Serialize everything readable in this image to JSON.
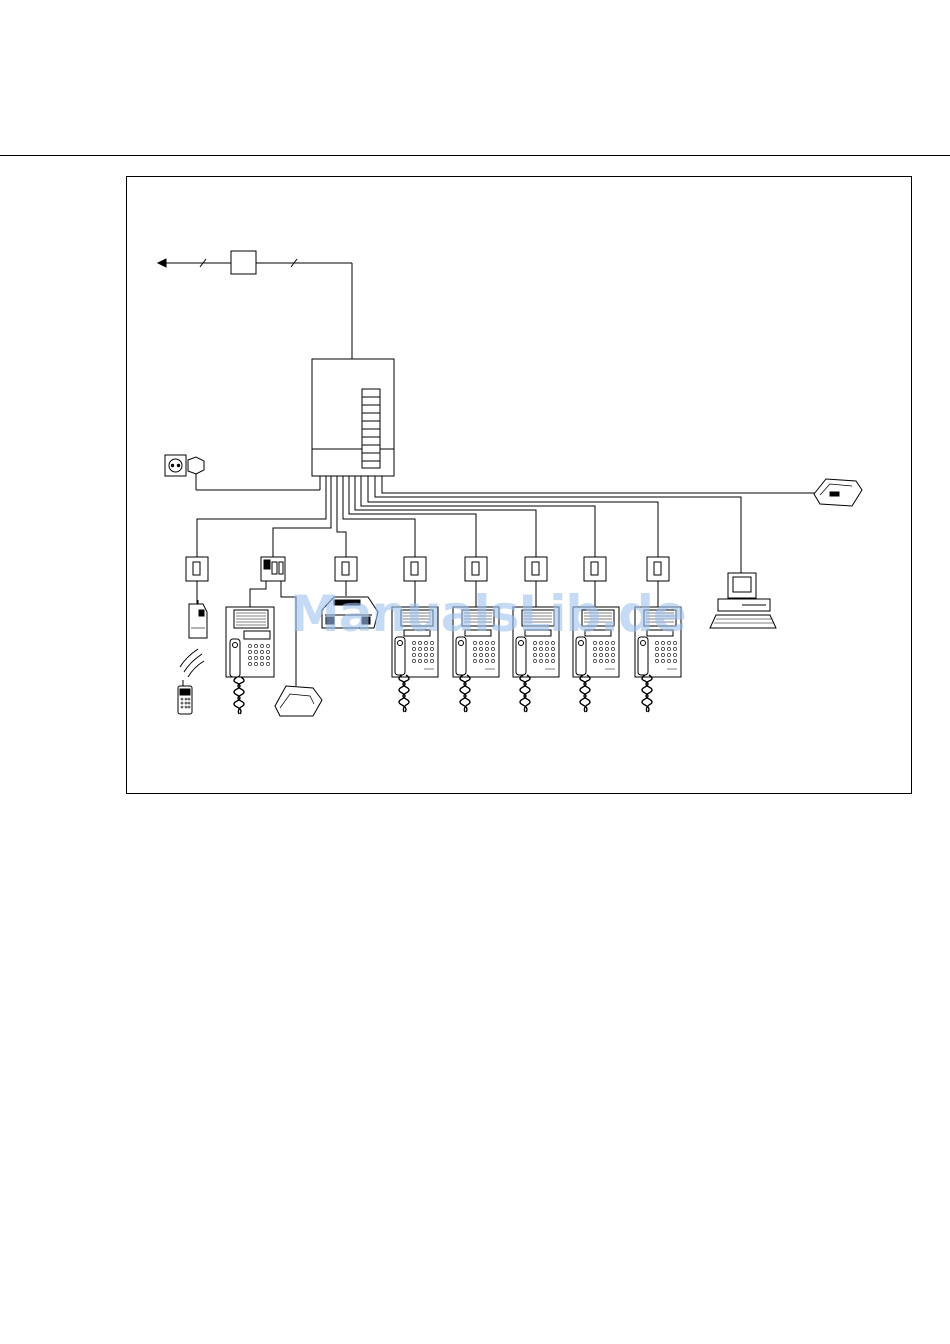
{
  "page": {
    "background": "#ffffff",
    "line_color": "#000000"
  },
  "diagram": {
    "description_nodes": [
      {
        "id": "external-network",
        "icon": "arrow-left-icon"
      },
      {
        "id": "network-terminator",
        "icon": "ntba-box-icon"
      },
      {
        "id": "pbx-system",
        "icon": "pbx-cabinet-icon"
      },
      {
        "id": "power-socket",
        "icon": "power-plug-icon"
      },
      {
        "id": "answering-machine",
        "icon": "answering-machine-icon"
      },
      {
        "id": "pc",
        "icon": "computer-icon"
      },
      {
        "id": "dect-base",
        "icon": "dect-base-icon"
      },
      {
        "id": "mobile-handset",
        "icon": "mobile-phone-icon"
      },
      {
        "id": "system-phone-with-adapter",
        "icon": "system-telephone-icon"
      },
      {
        "id": "fax",
        "icon": "fax-machine-icon"
      },
      {
        "id": "extension-phones",
        "icon": "telephone-icon",
        "count": 5
      }
    ],
    "wall_sockets": 8
  },
  "watermark": {
    "text": "ManualsLib.de",
    "color": "#9fc2f0"
  }
}
